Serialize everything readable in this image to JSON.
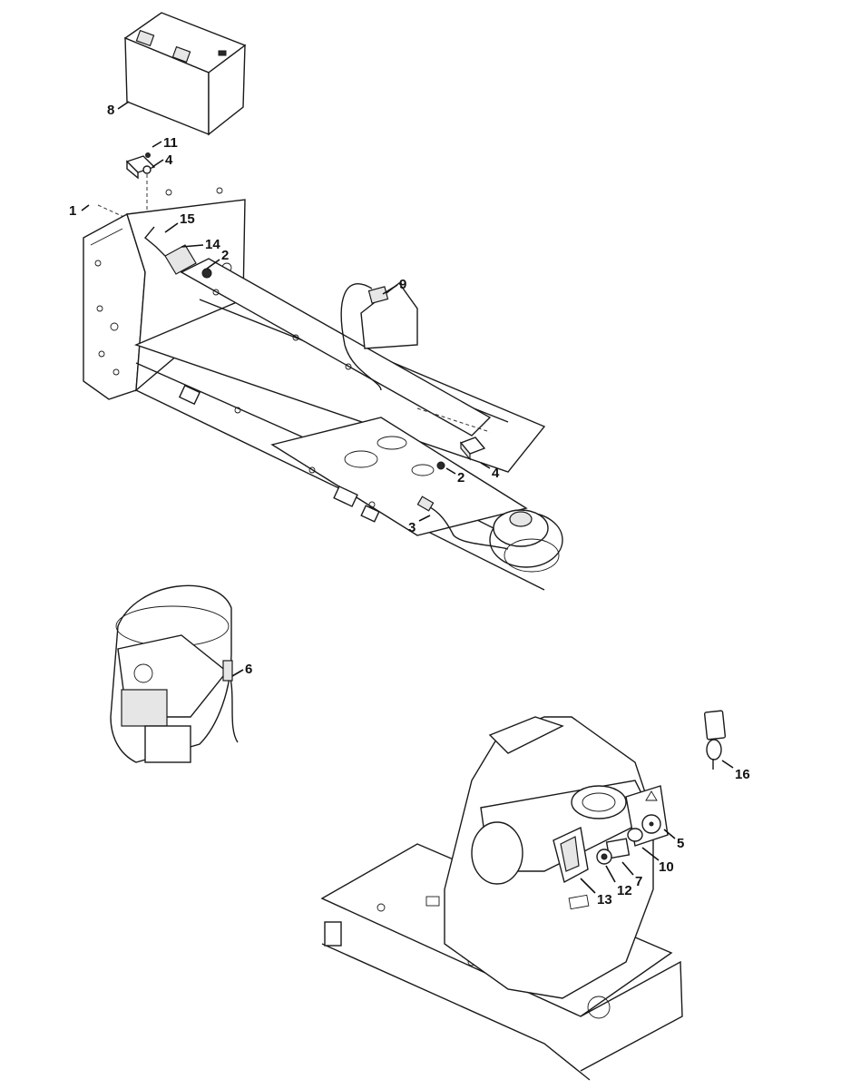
{
  "diagram": {
    "callouts": [
      "8",
      "11",
      "4",
      "1",
      "15",
      "14",
      "2",
      "9",
      "4",
      "2",
      "3",
      "6",
      "16",
      "5",
      "10",
      "7",
      "12",
      "13"
    ]
  }
}
